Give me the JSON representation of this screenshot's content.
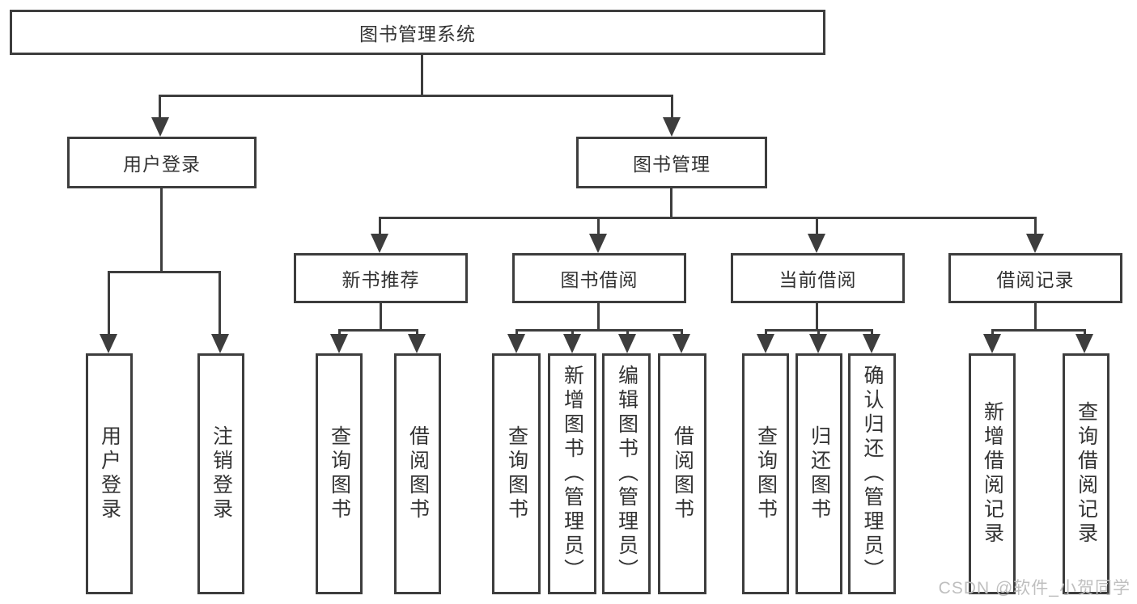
{
  "diagram_title": "图书管理系统",
  "tree": {
    "root": {
      "label": "图书管理系统",
      "children": [
        {
          "label": "用户登录",
          "children": [
            {
              "label": "用户登录"
            },
            {
              "label": "注销登录"
            }
          ]
        },
        {
          "label": "图书管理",
          "children": [
            {
              "label": "新书推荐",
              "children": [
                {
                  "label": "查询图书"
                },
                {
                  "label": "借阅图书"
                }
              ]
            },
            {
              "label": "图书借阅",
              "children": [
                {
                  "label": "查询图书"
                },
                {
                  "label": "新增图书（管理员）"
                },
                {
                  "label": "编辑图书（管理员）"
                },
                {
                  "label": "借阅图书"
                }
              ]
            },
            {
              "label": "当前借阅",
              "children": [
                {
                  "label": "查询图书"
                },
                {
                  "label": "归还图书"
                },
                {
                  "label": "确认归还（管理员）"
                }
              ]
            },
            {
              "label": "借阅记录",
              "children": [
                {
                  "label": "新增借阅记录"
                },
                {
                  "label": "查询借阅记录"
                }
              ]
            }
          ]
        }
      ]
    }
  },
  "watermark": {
    "text": "CSDN @软件_小贺同学"
  },
  "colors": {
    "line": "#3d3d3d",
    "text": "#333333",
    "watermark": "#bfbfbf",
    "background": "#ffffff"
  }
}
